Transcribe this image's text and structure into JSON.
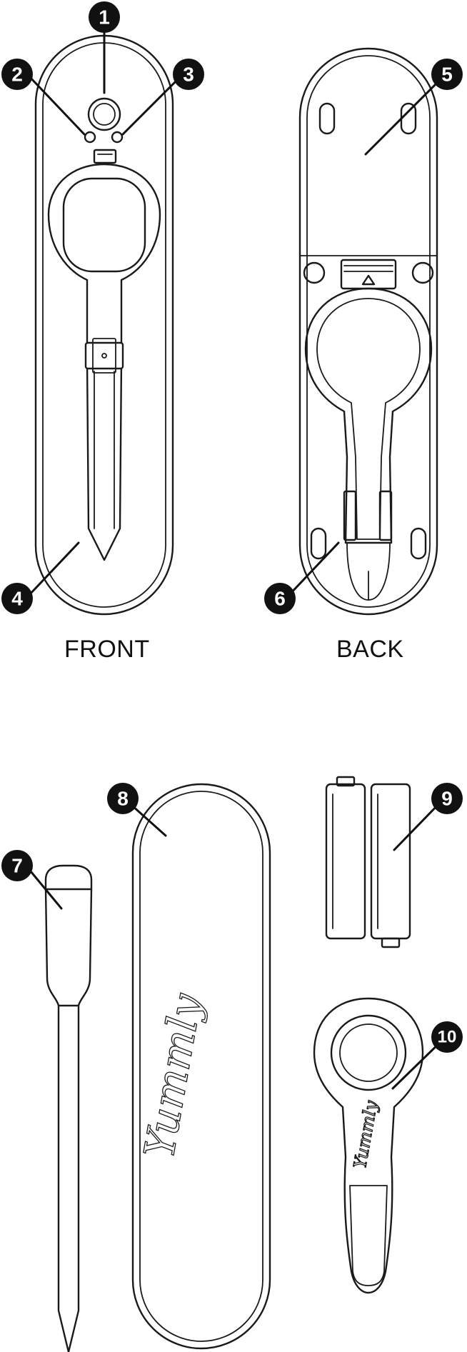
{
  "labels": {
    "front": "FRONT",
    "back": "BACK"
  },
  "callouts": [
    "1",
    "2",
    "3",
    "4",
    "5",
    "6",
    "7",
    "8",
    "9",
    "10"
  ],
  "brand": {
    "case": "Yummly",
    "tool": "Yummly"
  },
  "colors": {
    "ink": "#1a1a1a",
    "badge": "#111111",
    "background": "#ffffff"
  }
}
